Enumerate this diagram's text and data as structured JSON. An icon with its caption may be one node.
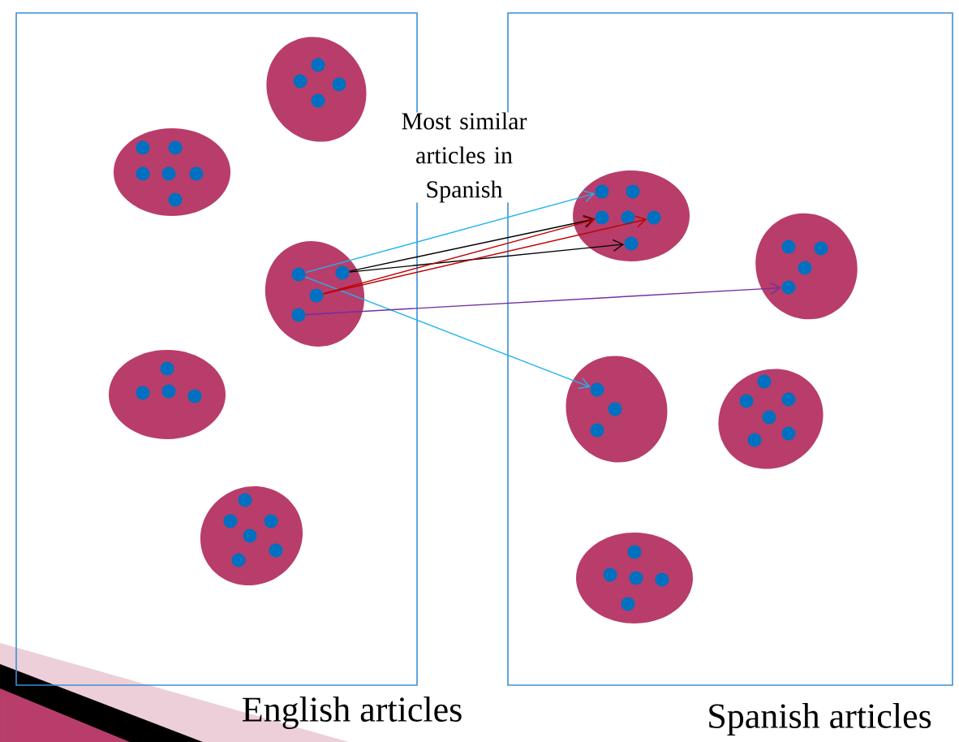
{
  "diagram": {
    "nodes": [
      {
        "text": [
          "English articles"
        ]
      },
      {
        "text": [],
        "shape": "ellipse",
        "in": 0
      },
      {
        "text": [],
        "shape": "circle",
        "in": 1
      },
      {
        "text": [],
        "shape": "circle",
        "in": 1
      },
      {
        "text": [],
        "shape": "circle",
        "in": 1
      },
      {
        "text": [],
        "shape": "circle",
        "in": 1
      },
      {
        "text": [],
        "shape": "ellipse",
        "in": 0
      },
      {
        "text": [],
        "shape": "circle",
        "in": 6
      },
      {
        "text": [],
        "shape": "circle",
        "in": 6
      },
      {
        "text": [],
        "shape": "circle",
        "in": 6
      },
      {
        "text": [],
        "shape": "circle",
        "in": 6
      },
      {
        "text": [],
        "shape": "circle",
        "in": 6
      },
      {
        "text": [],
        "shape": "circle",
        "in": 6
      },
      {
        "text": [],
        "shape": "ellipse",
        "in": 0
      },
      {
        "text": [],
        "shape": "circle",
        "in": 13
      },
      {
        "text": [],
        "shape": "circle",
        "in": 13
      },
      {
        "text": [],
        "shape": "circle",
        "in": 13
      },
      {
        "text": [],
        "shape": "circle",
        "in": 13
      },
      {
        "text": [],
        "shape": "ellipse",
        "in": 0
      },
      {
        "text": [],
        "shape": "circle",
        "in": 18
      },
      {
        "text": [],
        "shape": "circle",
        "in": 18
      },
      {
        "text": [],
        "shape": "circle",
        "in": 18
      },
      {
        "text": [],
        "shape": "circle",
        "in": 18
      },
      {
        "text": [],
        "shape": "ellipse",
        "in": 0
      },
      {
        "text": [],
        "shape": "circle",
        "in": 23
      },
      {
        "text": [],
        "shape": "circle",
        "in": 23
      },
      {
        "text": [],
        "shape": "circle",
        "in": 23
      },
      {
        "text": [],
        "shape": "circle",
        "in": 23
      },
      {
        "text": [],
        "shape": "circle",
        "in": 23
      },
      {
        "text": [],
        "shape": "circle",
        "in": 23
      },
      {
        "text": [
          "Spanish articles"
        ]
      },
      {
        "text": [],
        "shape": "ellipse",
        "in": 30
      },
      {
        "text": [],
        "shape": "circle",
        "in": 31
      },
      {
        "text": [],
        "shape": "circle",
        "in": 31
      },
      {
        "text": [],
        "shape": "circle",
        "in": 31
      },
      {
        "text": [],
        "shape": "circle",
        "in": 31
      },
      {
        "text": [],
        "shape": "circle",
        "in": 31
      },
      {
        "text": [],
        "shape": "circle",
        "in": 31
      },
      {
        "text": [],
        "shape": "ellipse",
        "in": 30
      },
      {
        "text": [],
        "shape": "circle",
        "in": 38
      },
      {
        "text": [],
        "shape": "circle",
        "in": 38
      },
      {
        "text": [],
        "shape": "circle",
        "in": 38
      },
      {
        "text": [],
        "shape": "circle",
        "in": 38
      },
      {
        "text": [],
        "shape": "ellipse",
        "in": 30
      },
      {
        "text": [],
        "shape": "circle",
        "in": 43
      },
      {
        "text": [],
        "shape": "circle",
        "in": 43
      },
      {
        "text": [],
        "shape": "circle",
        "in": 43
      },
      {
        "text": [],
        "shape": "ellipse",
        "in": 30
      },
      {
        "text": [],
        "shape": "circle",
        "in": 47
      },
      {
        "text": [],
        "shape": "circle",
        "in": 47
      },
      {
        "text": [],
        "shape": "circle",
        "in": 47
      },
      {
        "text": [],
        "shape": "circle",
        "in": 47
      },
      {
        "text": [],
        "shape": "circle",
        "in": 47
      },
      {
        "text": [],
        "shape": "circle",
        "in": 47
      },
      {
        "text": [],
        "shape": "ellipse",
        "in": 30
      },
      {
        "text": [],
        "shape": "circle",
        "in": 54
      },
      {
        "text": [],
        "shape": "circle",
        "in": 54
      },
      {
        "text": [],
        "shape": "circle",
        "in": 54
      },
      {
        "text": [],
        "shape": "circle",
        "in": 54
      },
      {
        "text": [],
        "shape": "circle",
        "in": 54
      }
    ],
    "edges": [
      {
        "from": 14,
        "to": 32,
        "arrow": "to",
        "color": "#1fb4ee"
      },
      {
        "from": 14,
        "to": 44,
        "arrow": "to",
        "color": "#1fb4ee"
      },
      {
        "from": 15,
        "to": 34,
        "arrow": "to",
        "color": "#000000"
      },
      {
        "from": 15,
        "to": 37,
        "arrow": "to",
        "color": "#000000"
      },
      {
        "from": 16,
        "to": 34,
        "arrow": "to",
        "color": "#c00000"
      },
      {
        "from": 16,
        "to": 36,
        "arrow": "to",
        "color": "#c00000"
      },
      {
        "from": 17,
        "to": 42,
        "arrow": "to",
        "color": "#7030a0"
      }
    ],
    "labels": [
      "Most similar articles in Spanish"
    ]
  }
}
